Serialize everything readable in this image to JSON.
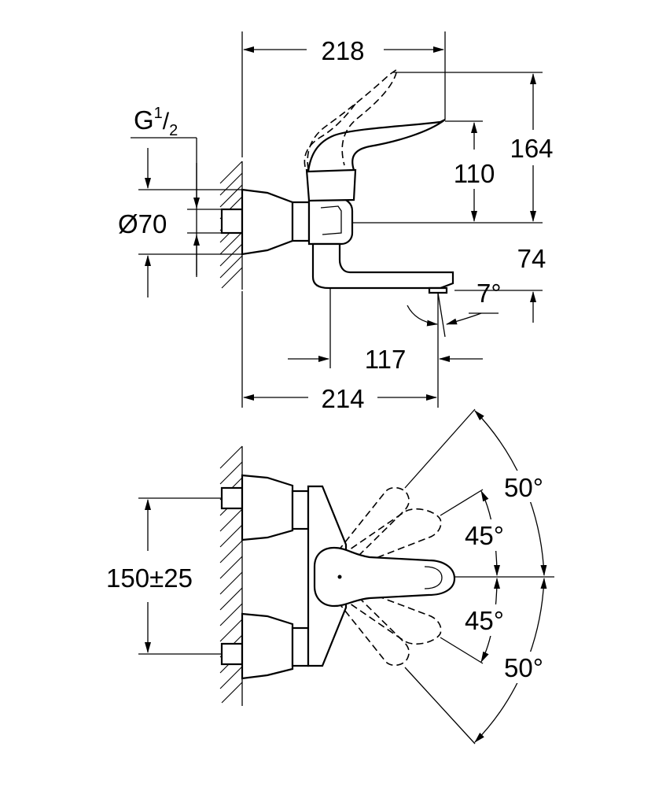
{
  "dimensions": {
    "top_width": "218",
    "thread_main": "G",
    "thread_sup": "1",
    "thread_sub": "2",
    "diameter": "Ø70",
    "height_total": "164",
    "height_lever": "110",
    "height_spout": "74",
    "spout_angle": "7°",
    "spout_reach": "117",
    "bottom_width": "214",
    "connection_spacing": "150±25",
    "angle_outer_up": "50°",
    "angle_inner_up": "45°",
    "angle_inner_down": "45°",
    "angle_outer_down": "50°"
  }
}
